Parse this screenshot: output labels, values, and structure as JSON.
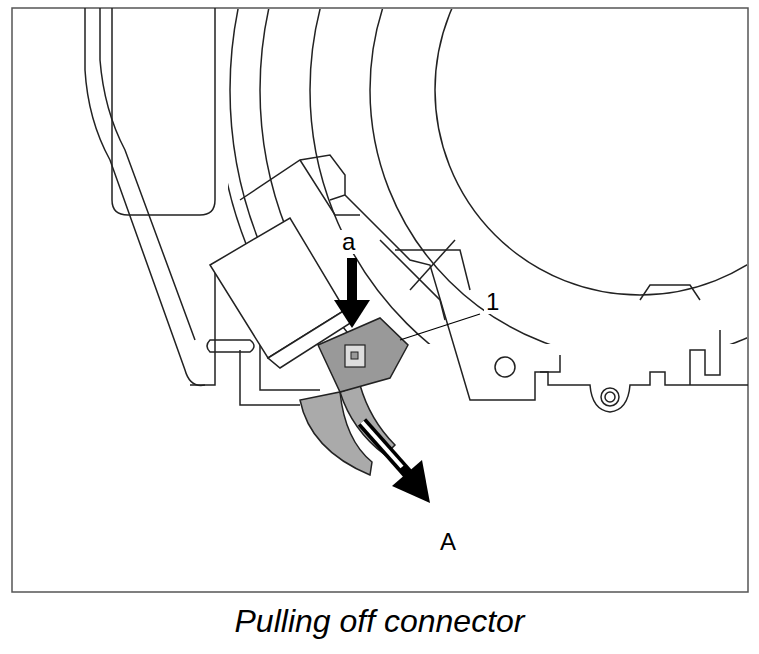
{
  "diagram": {
    "caption": "Pulling off connector",
    "labels": [
      "a",
      "1",
      "A"
    ]
  }
}
